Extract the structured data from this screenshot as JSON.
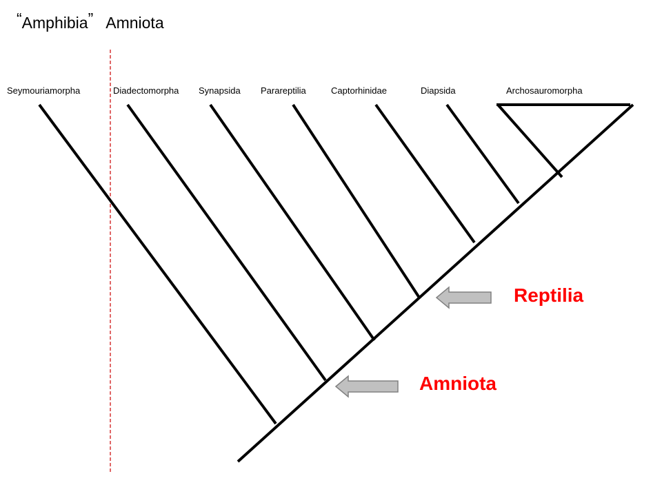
{
  "header": {
    "open_quote": "“",
    "amphibia": "Amphibia",
    "close_quote": "”",
    "amniota": "Amniota"
  },
  "taxa": [
    "Seymouriamorpha",
    "Diadectomorpha",
    "Synapsida",
    "Parareptilia",
    "Captorhinidae",
    "Diapsida",
    "Archosauromorpha"
  ],
  "clades": {
    "reptilia": "Reptilia",
    "amniota": "Amniota"
  },
  "colors": {
    "branch": "#000000",
    "divider": "#cc0000",
    "clade_label": "#ff0000",
    "arrow_fill": "#c0c0c0",
    "arrow_stroke": "#808080"
  }
}
